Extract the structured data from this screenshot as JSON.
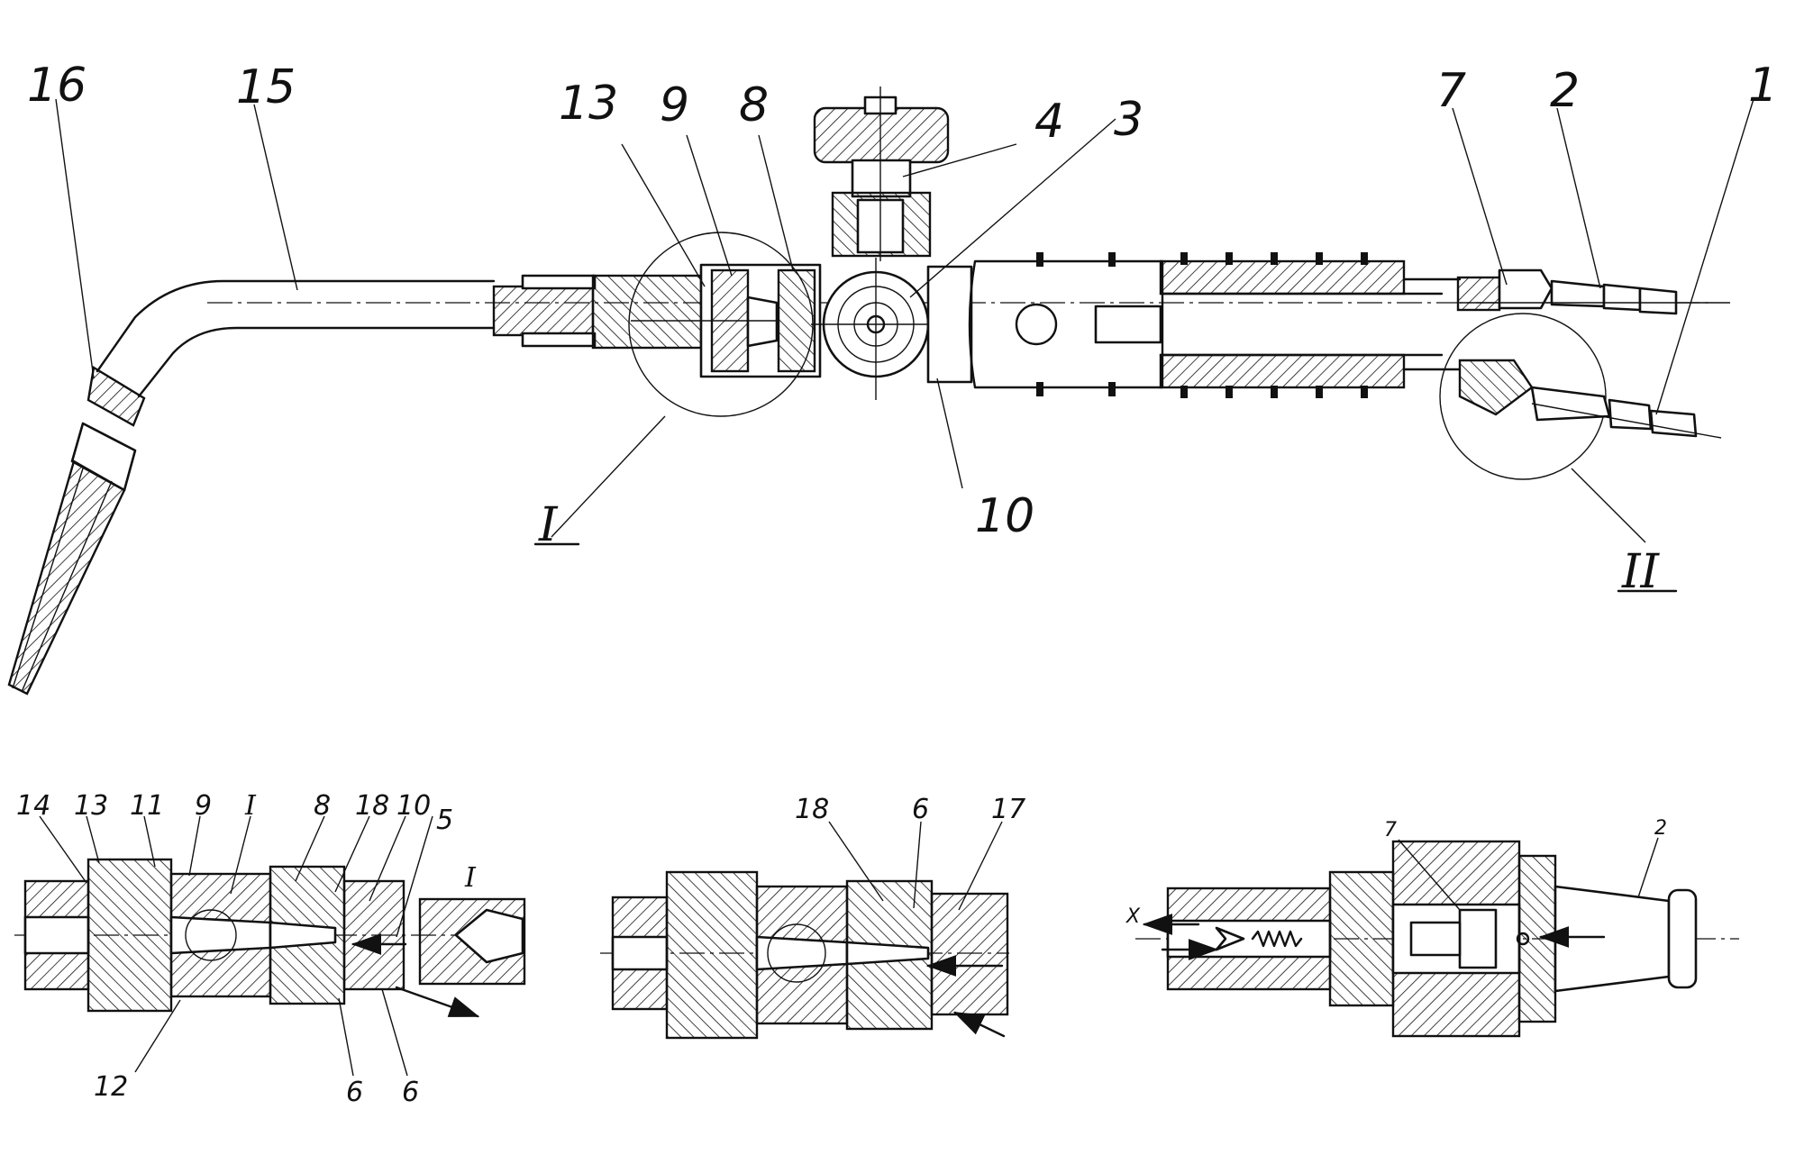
{
  "labels": {
    "main": {
      "l16": "16",
      "l15": "15",
      "l13": "13",
      "l9": "9",
      "l8": "8",
      "l4": "4",
      "l3": "3",
      "l7": "7",
      "l2": "2",
      "l1": "1",
      "l10": "10",
      "detail_I": "I",
      "detail_II": "II"
    },
    "detailA": {
      "l14": "14",
      "l13": "13",
      "l11": "11",
      "l9": "9",
      "lI": "I",
      "l8": "8",
      "l18": "18",
      "l10": "10",
      "l5": "5",
      "l12": "12",
      "l6a": "6",
      "l6b": "6",
      "inset_I": "I"
    },
    "detailB": {
      "l18": "18",
      "l6": "6",
      "l17": "17"
    },
    "detailC": {
      "l7": "7",
      "l2": "2",
      "lX": "X"
    }
  }
}
